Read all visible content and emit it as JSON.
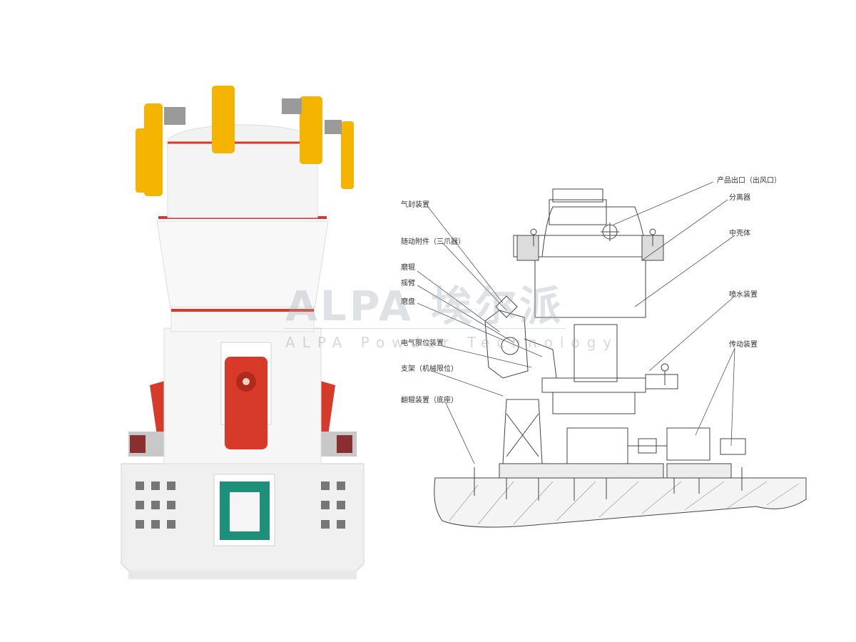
{
  "watermark": {
    "logo_text": "ALPA 埃尔派",
    "subtitle": "ALPA Powder Technology"
  },
  "diagram": {
    "labels": [
      "产品出口（出风口）",
      "分离器",
      "中壳体",
      "喷水装置",
      "传动装置",
      "气封装置",
      "随动附件（三爪器）",
      "磨辊",
      "摇臂",
      "磨盘",
      "电气限位装置",
      "支架（机械限位）",
      "翻辊装置（底座）"
    ]
  },
  "colors": {
    "machine_body": "#f2f2f2",
    "accent_red": "#d83a2a",
    "accent_yellow": "#f4b400",
    "accent_teal": "#1e8f78",
    "line": "#444444"
  }
}
